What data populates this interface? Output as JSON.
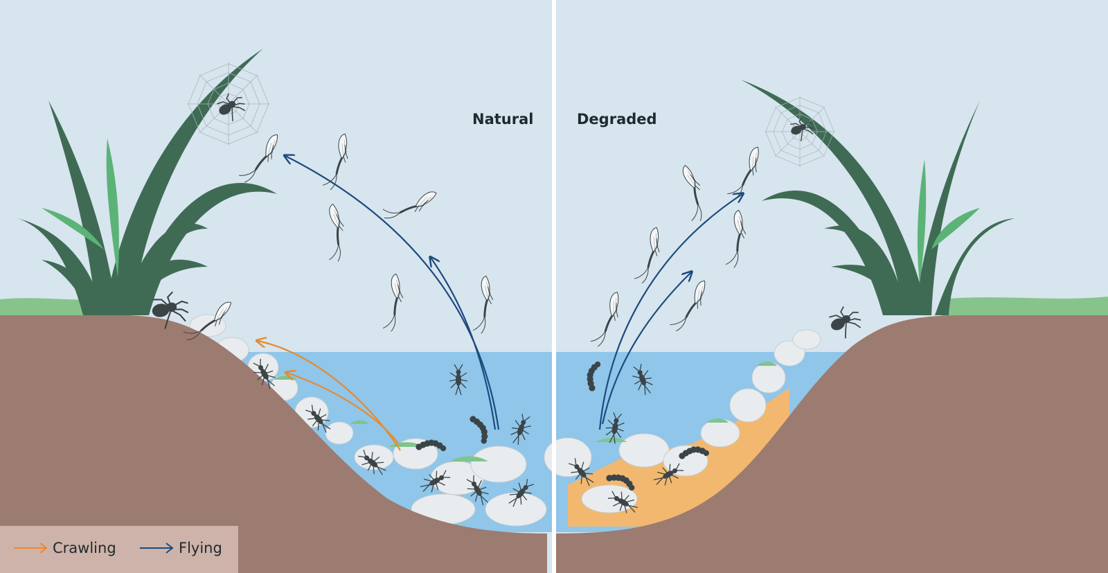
{
  "panels": {
    "left_label": "Natural",
    "right_label": "Degraded"
  },
  "legend": {
    "crawling_label": "Crawling",
    "flying_label": "Flying"
  },
  "colors": {
    "sky": "#d7e5ee",
    "water": "#8fc6ea",
    "soil": "#9c7b70",
    "grass": "#86c48c",
    "plant_dark": "#3f6b55",
    "plant_light": "#5bb377",
    "sediment": "#f2b86f",
    "crawling_arrow": "#e88a2b",
    "flying_arrow": "#1d4a7e",
    "insect": "#3b4447",
    "legend_bg": "#cdb3aa"
  },
  "icons": [
    "spider-icon",
    "spider-web-icon",
    "mayfly-adult-icon",
    "nymph-icon",
    "larva-icon",
    "stone-icon",
    "plant-icon"
  ]
}
